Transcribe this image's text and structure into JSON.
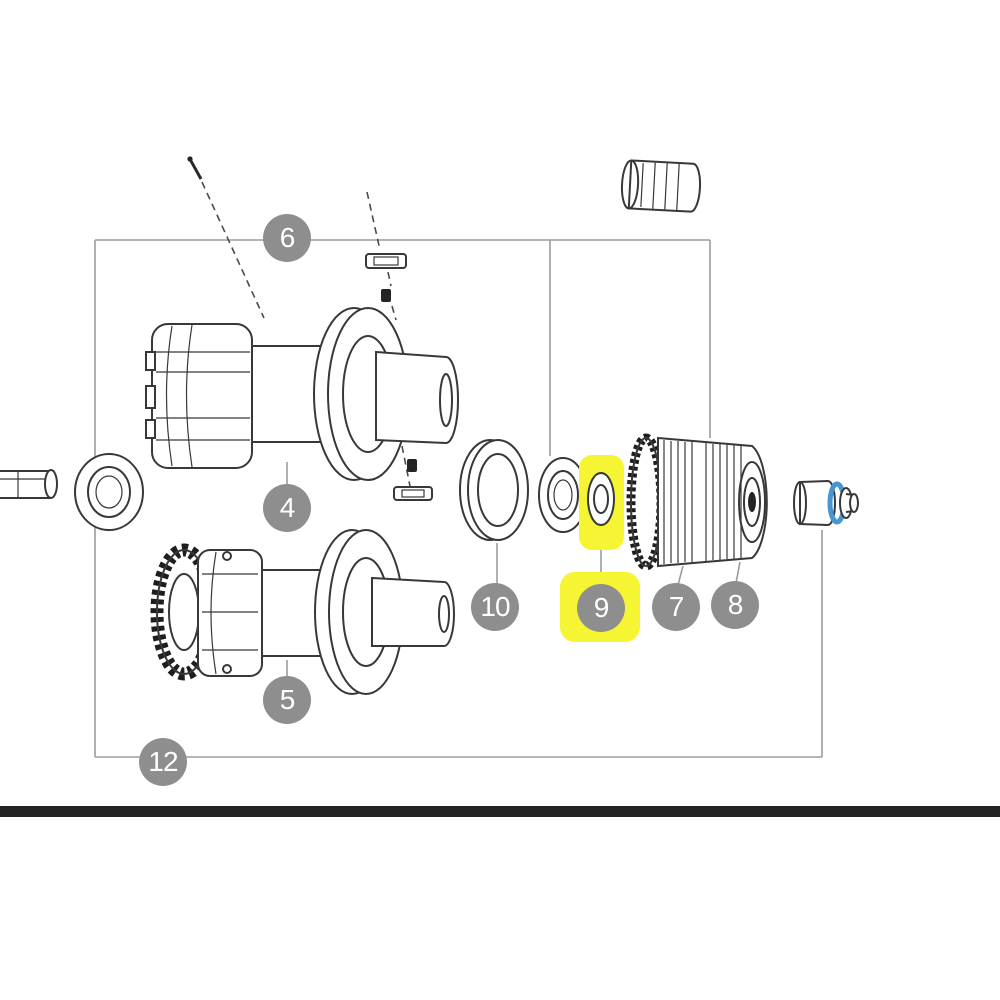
{
  "diagram": {
    "callouts": [
      {
        "id": "6",
        "label": "6",
        "highlighted": false
      },
      {
        "id": "4",
        "label": "4",
        "highlighted": false
      },
      {
        "id": "5",
        "label": "5",
        "highlighted": false
      },
      {
        "id": "10",
        "label": "10",
        "highlighted": false
      },
      {
        "id": "9",
        "label": "9",
        "highlighted": true
      },
      {
        "id": "7",
        "label": "7",
        "highlighted": false
      },
      {
        "id": "8",
        "label": "8",
        "highlighted": false
      },
      {
        "id": "12",
        "label": "12",
        "highlighted": false
      }
    ]
  },
  "colors": {
    "badge-bg": "#8e8e8e",
    "badge-text": "#ffffff",
    "highlight": "#f5f533",
    "accent-blue": "#4796d2",
    "line": "#383838",
    "frame-line": "#9c9c9c",
    "footer-bar": "#232323"
  }
}
